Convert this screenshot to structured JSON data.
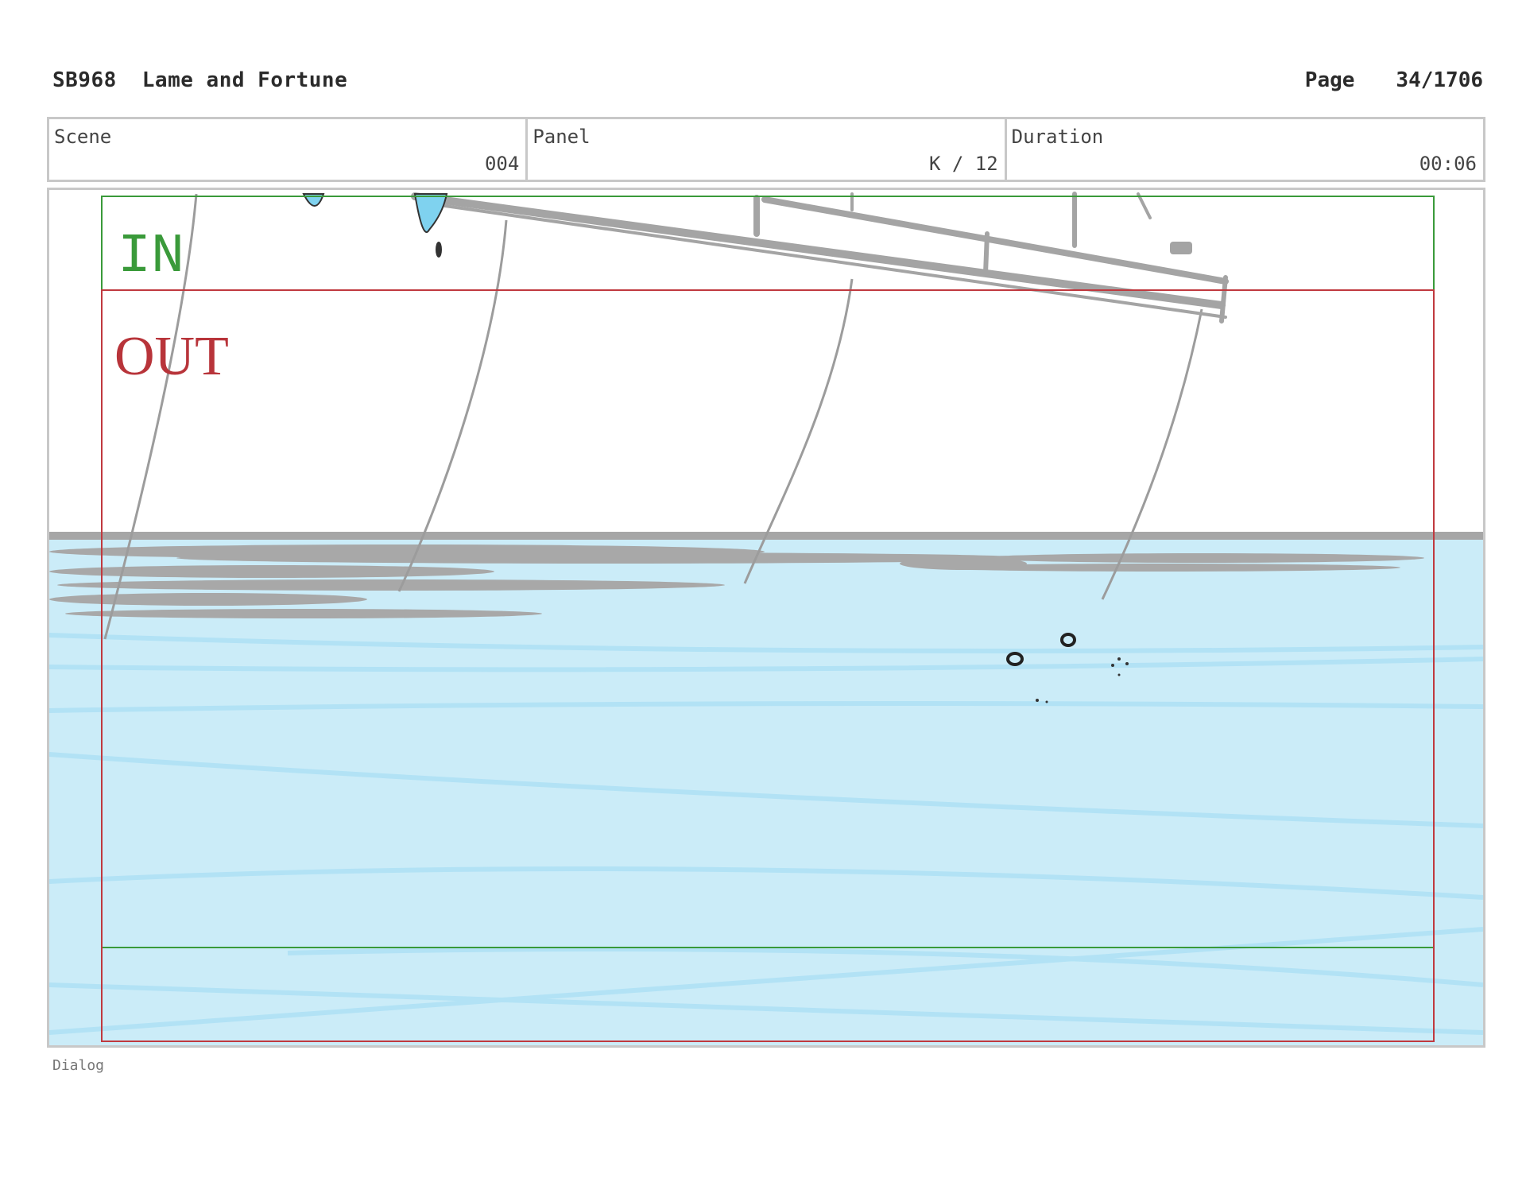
{
  "header": {
    "code": "SB968",
    "title": "Lame and Fortune",
    "page_label": "Page",
    "page_value": "34/1706"
  },
  "info": {
    "scene_label": "Scene",
    "scene_value": "004",
    "panel_label": "Panel",
    "panel_value": "K / 12",
    "duration_label": "Duration",
    "duration_value": "00:06"
  },
  "frame": {
    "in_label": "IN",
    "out_label": "OUT",
    "colors": {
      "in_guide": "#3a9a3a",
      "out_guide": "#c0393f",
      "water": "#cbecf8",
      "sketch": "#a8a8a8"
    }
  },
  "dialog_label": "Dialog"
}
